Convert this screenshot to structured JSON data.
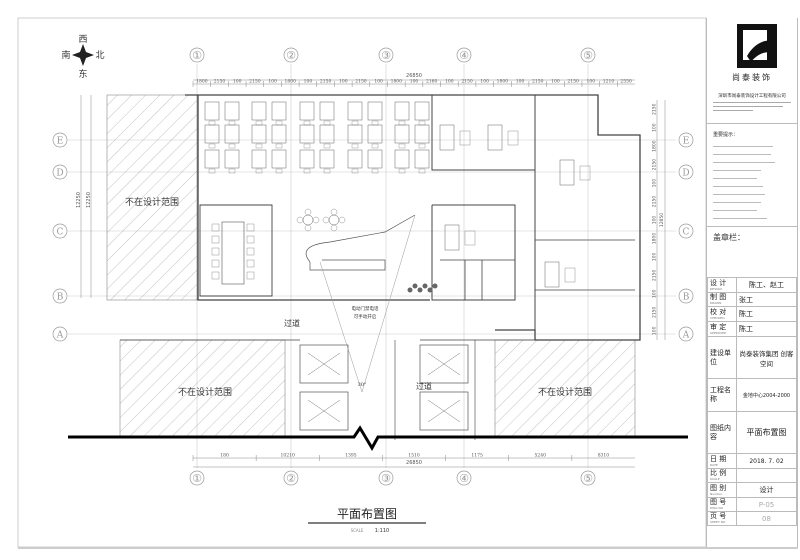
{
  "compass": {
    "north": "北",
    "south": "南",
    "east": "东",
    "west": "西"
  },
  "grid": {
    "columns": [
      "①",
      "②",
      "③",
      "④",
      "⑤"
    ],
    "rows": [
      "E",
      "D",
      "C",
      "B",
      "A"
    ]
  },
  "dimensions": {
    "top_total": "26850",
    "top": [
      "1800",
      "2150",
      "100",
      "2150",
      "100",
      "1800",
      "100",
      "2150",
      "100",
      "2150",
      "100",
      "1800",
      "100",
      "2160",
      "100",
      "2150",
      "100",
      "1800",
      "100",
      "2150",
      "100",
      "2150",
      "100",
      "1210",
      "2550"
    ],
    "bottom_total": "26850",
    "bottom": [
      "180",
      "10210",
      "1395",
      "1510",
      "1175",
      "5240",
      "8310"
    ],
    "left": [
      "12250",
      "12250"
    ],
    "right_total": "12850",
    "right": [
      "2150",
      "100",
      "1800",
      "2150",
      "100",
      "2150",
      "100",
      "1800",
      "100",
      "2150",
      "100",
      "2150",
      "100"
    ]
  },
  "plan": {
    "out_of_scope": "不在设计范围",
    "corridor": "过道",
    "reception_note": [
      "电动门禁电话",
      "可手动开启"
    ],
    "angle": "30°"
  },
  "drawing_title": {
    "title": "平面布置图",
    "scale_label": "SCALE",
    "scale": "1:110"
  },
  "title_block": {
    "brand": "尚泰装饰",
    "company": "深圳市尚泰装饰设计工程有限公司",
    "notes_heading": "重要提示：",
    "stamp_label": "盖章栏：",
    "rows": [
      {
        "label": "设 计",
        "sub": "DESIGN",
        "value": "陈工、赵工"
      },
      {
        "label": "制 图",
        "sub": "DRAWN",
        "value": "张工"
      },
      {
        "label": "校 对",
        "sub": "CHECKED",
        "value": "陈工"
      },
      {
        "label": "审 定",
        "sub": "APPROVED",
        "value": "陈工"
      }
    ],
    "client_label": "建设单位",
    "client_value": "尚泰装饰集团 创客空间",
    "project_label": "工程名称",
    "project_value": "金地中心2004-2000",
    "content_label": "图纸内容",
    "content_value": "平面布置图",
    "rows2": [
      {
        "label": "日 期",
        "sub": "DATE",
        "value": "2018. 7. 02"
      },
      {
        "label": "比 例",
        "sub": "SCALE",
        "value": ""
      },
      {
        "label": "图 别",
        "sub": "Number",
        "value": "设计"
      },
      {
        "label": "图 号",
        "sub": "DWG NO",
        "value": "P-05"
      },
      {
        "label": "页 号",
        "sub": "SHEET NO",
        "value": "08"
      }
    ]
  }
}
